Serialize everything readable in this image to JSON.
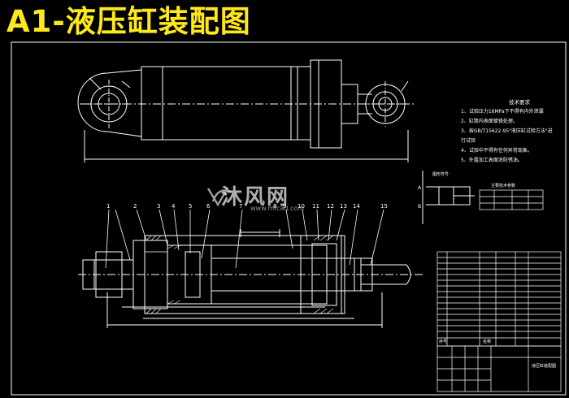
{
  "title": "A1-液压缸装配图",
  "watermark": {
    "text": "沐风网",
    "url": "www.mfcad.com"
  },
  "tech_notes": {
    "heading": "技术要求",
    "items": [
      "1、试验压力16MPa下不得有内外泄漏",
      "2、缸筒内表面镀铬处理。",
      "3、按GB/T15622-95\"液压缸试验方法\"进",
      "   行试验",
      "4、试验中不得有任何异常现象。",
      "5、外露加工表面涂防锈油。"
    ]
  },
  "hydraulic_symbol": {
    "label": "图形符号",
    "port_a": "A",
    "port_b": "B"
  },
  "spec_table": {
    "title": "主要技术参数"
  },
  "part_numbers": [
    "1",
    "2",
    "3",
    "4",
    "5",
    "6",
    "7",
    "8",
    "9",
    "10",
    "11",
    "12",
    "13",
    "14",
    "15"
  ],
  "title_block": {
    "seq_label": "序号",
    "name_label": "名称",
    "drawing_name": "液压缸装配图"
  },
  "colors": {
    "background": "#000000",
    "line": "#ffffff",
    "title": "#ffe81a",
    "dim": "#ffffff"
  }
}
